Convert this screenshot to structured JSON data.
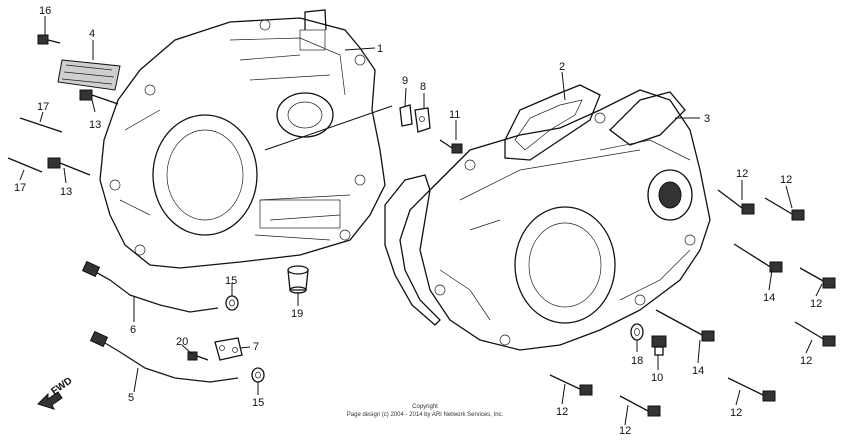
{
  "labels": {
    "p1": "1",
    "p2": "2",
    "p3": "3",
    "p4": "4",
    "p5": "5",
    "p6": "6",
    "p7": "7",
    "p8": "8",
    "p9": "9",
    "p10": "10",
    "p11": "11",
    "p12a": "12",
    "p12b": "12",
    "p12c": "12",
    "p12d": "12",
    "p12e": "12",
    "p12f": "12",
    "p12g": "12",
    "p13a": "13",
    "p13b": "13",
    "p14a": "14",
    "p14b": "14",
    "p15a": "15",
    "p15b": "15",
    "p16": "16",
    "p17a": "17",
    "p17b": "17",
    "p18": "18",
    "p19": "19",
    "p20": "20"
  },
  "fwd_label": "FWD",
  "copyright": {
    "line1": "Copyright",
    "line2": "Page design (c) 2004 - 2014 by ARI Network Services, Inc."
  }
}
